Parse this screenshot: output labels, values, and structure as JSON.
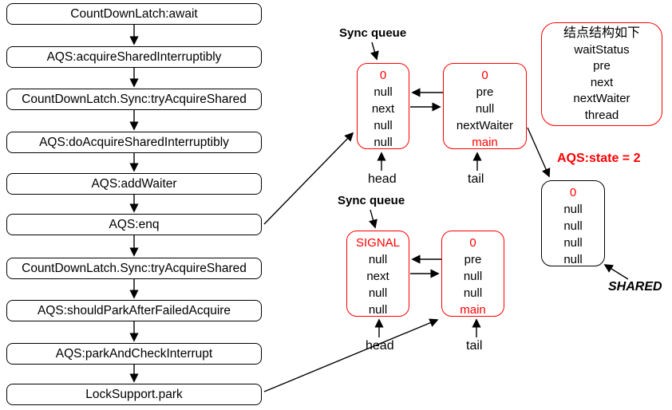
{
  "flow_boxes": [
    "CountDownLatch:await",
    "AQS:acquireSharedInterruptibly",
    "CountDownLatch.Sync:tryAcquireShared",
    "AQS:doAcquireSharedInterruptibly",
    "AQS:addWaiter",
    "AQS:enq",
    "CountDownLatch.Sync:tryAcquireShared",
    "AQS:shouldParkAfterFailedAcquire",
    "AQS:parkAndCheckInterrupt",
    "LockSupport.park"
  ],
  "queue_top": {
    "label": "Sync queue",
    "head_node": {
      "waitStatus": "0",
      "lines": [
        "null",
        "next",
        "null",
        "null"
      ]
    },
    "tail_node": {
      "waitStatus": "0",
      "lines": [
        "pre",
        "null",
        "nextWaiter",
        "main"
      ]
    },
    "head_label": "head",
    "tail_label": "tail"
  },
  "queue_bottom": {
    "label": "Sync queue",
    "head_node": {
      "waitStatus": "SIGNAL",
      "lines": [
        "null",
        "next",
        "null",
        "null"
      ]
    },
    "tail_node": {
      "waitStatus": "0",
      "lines": [
        "pre",
        "null",
        "null",
        "main"
      ]
    },
    "head_label": "head",
    "tail_label": "tail"
  },
  "legend": {
    "title": "结点结构如下",
    "fields": [
      "waitStatus",
      "pre",
      "next",
      "nextWaiter",
      "thread"
    ]
  },
  "state_label": "AQS:state = 2",
  "shared_node": {
    "waitStatus": "0",
    "lines": [
      "null",
      "null",
      "null",
      "null"
    ]
  },
  "shared_label": "SHARED",
  "colors": {
    "accent_red": "#ff0000",
    "line_black": "#000000",
    "background": "#ffffff"
  }
}
